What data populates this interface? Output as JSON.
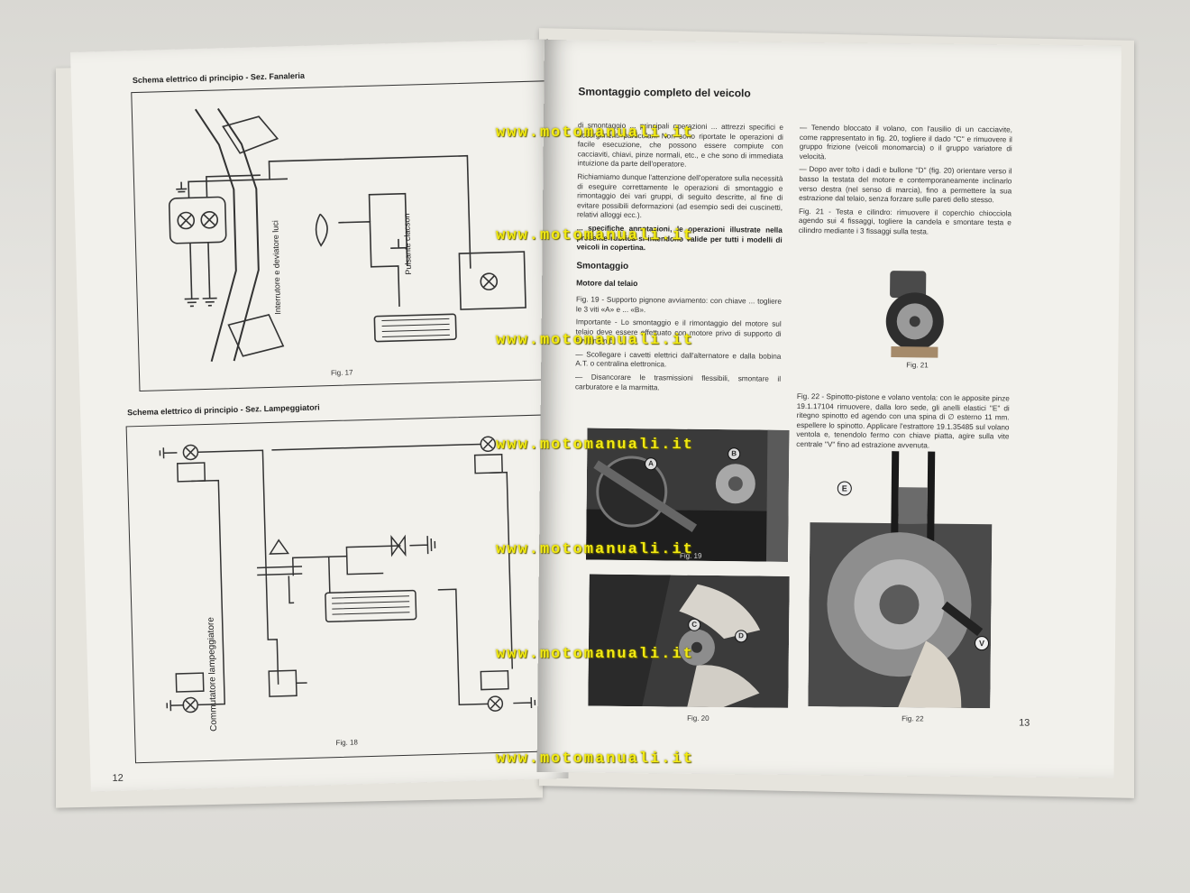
{
  "watermark": "www.motomanuali.it",
  "left_page": {
    "section1_title": "Schema elettrico di principio - Sez. Fanaleria",
    "label_switch": "Interrutore e deviatore luci",
    "label_horn_button": "Pulsante clacson",
    "fig17": "Fig. 17",
    "section2_title": "Schema elettrico di principio - Sez. Lampeggiatori",
    "label_commutator": "Commutatore lampeggiatore",
    "fig18": "Fig. 18",
    "page_number": "12"
  },
  "right_page": {
    "title": "Smontaggio completo del veicolo",
    "intro_p1": "di smontaggio ... principali operazioni ... attrezzi specifici e accorgimenti particolari. Non sono riportate le operazioni di facile esecuzione, che possono essere compiute con cacciaviti, chiavi, pinze normali, etc., e che sono di immediata intuizione da parte dell'operatore.",
    "intro_p2": "Richiamiamo dunque l'attenzione dell'operatore sulla necessità di eseguire correttamente le operazioni di smontaggio e rimontaggio dei vari gruppi, di seguito descritte, al fine di evitare possibili deformazioni (ad esempio sedi dei cuscinetti, relativi alloggi ecc.).",
    "intro_p3": "... specifiche annotazioni, le operazioni illustrate nella presente rubrica si intendono valide per tutti i modelli di veicoli in copertina.",
    "smontaggio_heading": "Smontaggio",
    "motore_heading": "Motore dal telaio",
    "fig19_p": "Fig. 19 - Supporto pignone avviamento: con chiave ... togliere le 3 viti «A» e ... «B».",
    "importante_p": "Importante - Lo smontaggio e il rimontaggio del motore sul telaio deve essere effettuato con motore privo di supporto di avviamento.",
    "dash_p1": "— Scollegare i cavetti elettrici dall'alternatore e dalla bobina A.T. o centralina elettronica.",
    "dash_p2": "— Disancorare le trasmissioni flessibili, smontare il carburatore e la marmitta.",
    "col2_p1": "— Tenendo bloccato il volano, con l'ausilio di un cacciavite, come rappresentato in fig. 20, togliere il dado ''C'' e rimuovere il gruppo frizione (veicoli monomarcia) o il gruppo variatore di velocità.",
    "col2_p2": "— Dopo aver tolto i dadi e bullone ''D'' (fig. 20) orientare verso il basso la testata del motore e contemporaneamente inclinarlo verso destra (nel senso di marcia), fino a permettere la sua estrazione dal telaio, senza forzare sulle pareti dello stesso.",
    "fig21_p": "Fig. 21 - Testa e cilindro: rimuovere il coperchio chiocciola agendo sui 4 fissaggi, togliere la candela e smontare testa e cilindro mediante i 3 fissaggi sulla testa.",
    "fig21": "Fig. 21",
    "fig22_p": "Fig. 22 - Spinotto-pistone e volano ventola: con le apposite pinze 19.1.17104 rimuovere, dalla loro sede, gli anelli elastici ''E'' di ritegno spinotto ed agendo con una spina di ∅ esterno 11 mm. espellere lo spinotto. Applicare l'estrattore 19.1.35485 sul volano ventola e, tenendolo fermo con chiave piatta, agire sulla vite centrale ''V'' fino ad estrazione avvenuta.",
    "fig19": "Fig. 19",
    "fig20": "Fig. 20",
    "fig22": "Fig. 22",
    "marker_a": "A",
    "marker_b": "B",
    "marker_c": "C",
    "marker_d": "D",
    "marker_e": "E",
    "marker_v": "V",
    "page_number": "13"
  }
}
